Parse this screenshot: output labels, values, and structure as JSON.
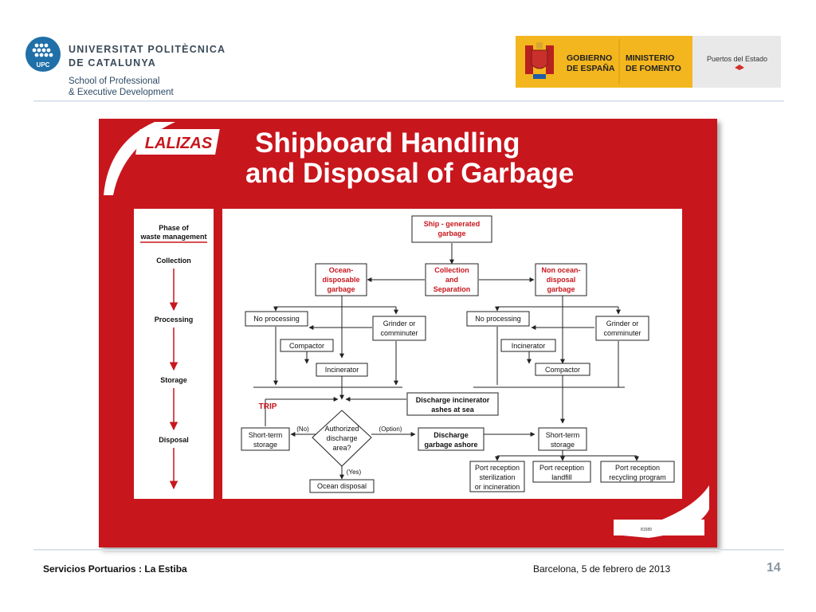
{
  "header": {
    "university_line1": "UNIVERSITAT POLITÈCNICA",
    "university_line2": "DE CATALUNYA",
    "logo_text": "UPC",
    "school_line1": "School of Professional",
    "school_line2": "& Executive Development",
    "gov_line1": "GOBIERNO",
    "gov_line2": "DE ESPAÑA",
    "ministry_line1": "MINISTERIO",
    "ministry_line2": "DE FOMENTO",
    "ports": "Puertos del Estado"
  },
  "poster": {
    "brand": "LALIZAS",
    "title_line1": "Shipboard Handling",
    "title_line2": "and Disposal of Garbage",
    "code": "81589",
    "phases": {
      "heading_line1": "Phase of",
      "heading_line2": "waste management",
      "collection": "Collection",
      "processing": "Processing",
      "storage": "Storage",
      "disposal": "Disposal"
    },
    "nodes": {
      "ship_l1": "Ship - generated",
      "ship_l2": "garbage",
      "col_l1": "Collection",
      "col_l2": "and",
      "col_l3": "Separation",
      "ocean_l1": "Ocean-",
      "ocean_l2": "disposable",
      "ocean_l3": "garbage",
      "nonocean_l1": "Non ocean-",
      "nonocean_l2": "disposal",
      "nonocean_l3": "garbage",
      "noproc": "No processing",
      "grinder_l1": "Grinder or",
      "grinder_l2": "comminuter",
      "compactor": "Compactor",
      "incinerator": "Incinerator",
      "discharge_inc_l1": "Discharge incinerator",
      "discharge_inc_l2": "ashes at sea",
      "trip": "TRIP",
      "short_l1": "Short-term",
      "short_l2": "storage",
      "no": "(No)",
      "option": "(Option)",
      "yes": "(Yes)",
      "auth_l1": "Authorized",
      "auth_l2": "discharge",
      "auth_l3": "area?",
      "ashore_l1": "Discharge",
      "ashore_l2": "garbage ashore",
      "ocean_disposal": "Ocean disposal",
      "port1_l1": "Port reception",
      "port1_l2": "sterilization",
      "port1_l3": "or incineration",
      "port2_l1": "Port reception",
      "port2_l2": "landfill",
      "port3_l1": "Port reception",
      "port3_l2": "recycling program"
    }
  },
  "footer": {
    "left": "Servicios Portuarios : La Estiba",
    "center": "Barcelona, 5 de febrero de 2013",
    "page": "14"
  },
  "colors": {
    "poster_red": "#c8161d",
    "upc_blue": "#1f6fa8",
    "gov_yellow": "#f3b61f",
    "node_text_red": "#c8161d"
  }
}
